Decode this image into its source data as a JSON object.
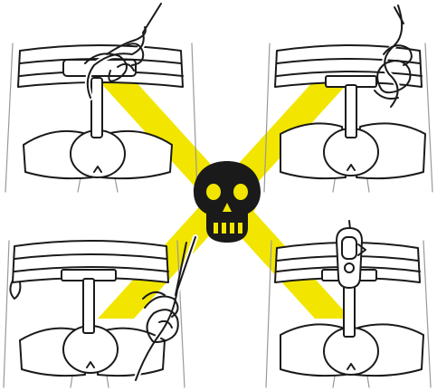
{
  "colors": {
    "warning_yellow": "#f2e600",
    "line": "#1a1a1a",
    "skull_bg": "#f2e600",
    "skull": "#1a1a1a",
    "background": "#ffffff"
  },
  "icons": {
    "center": "skull-crossbones-icon",
    "cross": "x-mark-icon"
  },
  "panels": [
    {
      "id": "top-left",
      "depicts": "harness-tie-in-hip-loops-only"
    },
    {
      "id": "top-right",
      "depicts": "harness-tie-in-belay-loop"
    },
    {
      "id": "bottom-left",
      "depicts": "harness-tie-in-belay-loop-leg-side"
    },
    {
      "id": "bottom-right",
      "depicts": "harness-carabiner-on-belay-loop"
    }
  ]
}
